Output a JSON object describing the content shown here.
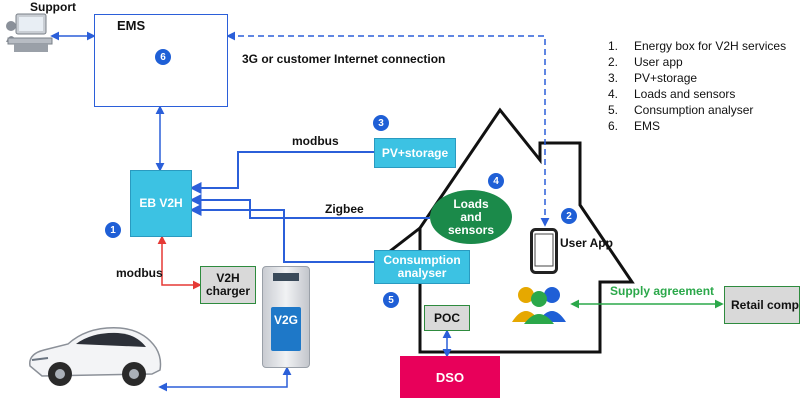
{
  "diagram": {
    "support_label": "Support",
    "ems_label": "EMS",
    "connection_label": "3G or customer Internet connection",
    "eb_label": "EB V2H",
    "pv_label": "PV+storage",
    "loads_label": "Loads and sensors",
    "consumption_label": "Consumption analyser",
    "charger_label": "V2H charger",
    "poc_label": "POC",
    "dso_label": "DSO",
    "retail_label": "Retail company",
    "user_app_label": "User App",
    "supply_agreement_label": "Supply agreement",
    "modbus_pv_label": "modbus",
    "modbus_charger_label": "modbus",
    "zigbee_label": "Zigbee",
    "charger_screen_text": "V2G",
    "badges": {
      "ems": "6",
      "pv": "3",
      "loads": "4",
      "app": "2",
      "eb": "1",
      "consumption": "5"
    },
    "legend": [
      {
        "num": "1.",
        "text": "Energy box for V2H services"
      },
      {
        "num": "2.",
        "text": "User app"
      },
      {
        "num": "3.",
        "text": "PV+storage"
      },
      {
        "num": "4.",
        "text": "Loads and sensors"
      },
      {
        "num": "5.",
        "text": "Consumption analyser"
      },
      {
        "num": "6.",
        "text": "EMS"
      }
    ]
  },
  "colors": {
    "cyan_box": "#3cc2e3",
    "grey_box": "#d9d9d9",
    "loads_ellipse": "#1b8a4a",
    "dso_box": "#e8005a",
    "badge": "#1f5fd6",
    "link_blue": "#2b5fd9",
    "link_red": "#e53935",
    "supply_green": "#2ba84a"
  }
}
